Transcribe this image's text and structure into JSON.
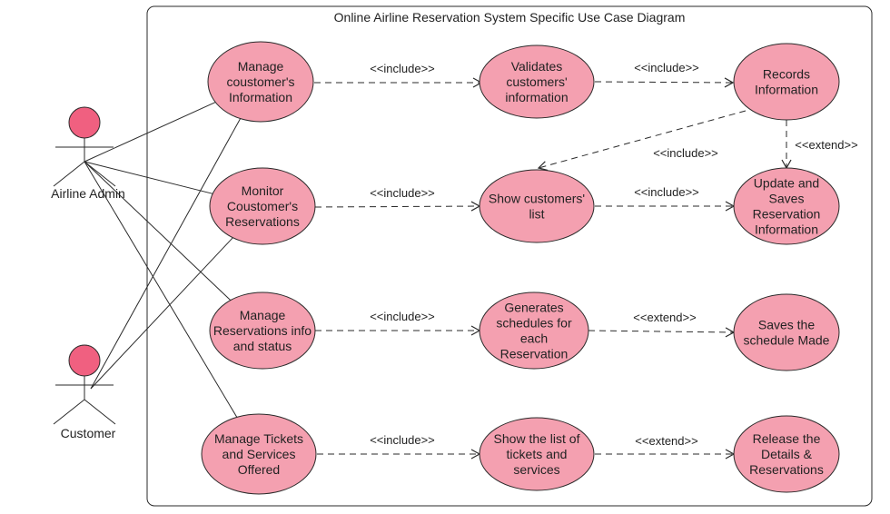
{
  "diagram": {
    "title": "Online Airline Reservation System Specific Use Case Diagram",
    "colors": {
      "usecase_fill": "#f4a0b0",
      "usecase_stroke": "#2a2a2a",
      "actor_head": "#f06080",
      "line": "#2a2a2a",
      "boundary": "#2a2a2a"
    },
    "actors": [
      {
        "id": "admin",
        "label": "Airline Admin"
      },
      {
        "id": "customer",
        "label": "Customer"
      }
    ],
    "usecases": [
      {
        "id": "uc_manage_info",
        "lines": [
          "Manage",
          "coustomer's",
          "Information"
        ]
      },
      {
        "id": "uc_validates",
        "lines": [
          "Validates",
          "customers'",
          "information"
        ]
      },
      {
        "id": "uc_records",
        "lines": [
          "Records",
          "Information"
        ]
      },
      {
        "id": "uc_monitor",
        "lines": [
          "Monitor",
          "Coustomer's",
          "Reservations"
        ]
      },
      {
        "id": "uc_show_list",
        "lines": [
          "Show customers'",
          "list"
        ]
      },
      {
        "id": "uc_update",
        "lines": [
          "Update and",
          "Saves",
          "Reservation",
          "Information"
        ]
      },
      {
        "id": "uc_manage_res",
        "lines": [
          "Manage",
          "Reservations info",
          "and status"
        ]
      },
      {
        "id": "uc_generates",
        "lines": [
          "Generates",
          "schedules for",
          "each",
          "Reservation"
        ]
      },
      {
        "id": "uc_saves_sched",
        "lines": [
          "Saves the",
          "schedule Made"
        ]
      },
      {
        "id": "uc_manage_tickets",
        "lines": [
          "Manage Tickets",
          "and Services",
          "Offered"
        ]
      },
      {
        "id": "uc_show_tickets",
        "lines": [
          "Show the list of",
          "tickets and",
          "services"
        ]
      },
      {
        "id": "uc_release",
        "lines": [
          "Release the",
          "Details &",
          "Reservations"
        ]
      }
    ],
    "associations": [
      {
        "actor": "admin",
        "usecase": "uc_manage_info"
      },
      {
        "actor": "admin",
        "usecase": "uc_monitor"
      },
      {
        "actor": "admin",
        "usecase": "uc_manage_res"
      },
      {
        "actor": "admin",
        "usecase": "uc_manage_tickets"
      },
      {
        "actor": "customer",
        "usecase": "uc_manage_info"
      },
      {
        "actor": "customer",
        "usecase": "uc_monitor"
      }
    ],
    "relations": [
      {
        "from": "uc_manage_info",
        "to": "uc_validates",
        "label": "<<include>>"
      },
      {
        "from": "uc_validates",
        "to": "uc_records",
        "label": "<<include>>"
      },
      {
        "from": "uc_records",
        "to": "uc_show_list",
        "label": "<<include>>"
      },
      {
        "from": "uc_records",
        "to": "uc_update",
        "label": "<<extend>>"
      },
      {
        "from": "uc_monitor",
        "to": "uc_show_list",
        "label": "<<include>>"
      },
      {
        "from": "uc_show_list",
        "to": "uc_update",
        "label": "<<include>>"
      },
      {
        "from": "uc_manage_res",
        "to": "uc_generates",
        "label": "<<include>>"
      },
      {
        "from": "uc_generates",
        "to": "uc_saves_sched",
        "label": "<<extend>>"
      },
      {
        "from": "uc_manage_tickets",
        "to": "uc_show_tickets",
        "label": "<<include>>"
      },
      {
        "from": "uc_show_tickets",
        "to": "uc_release",
        "label": "<<extend>>"
      }
    ]
  }
}
